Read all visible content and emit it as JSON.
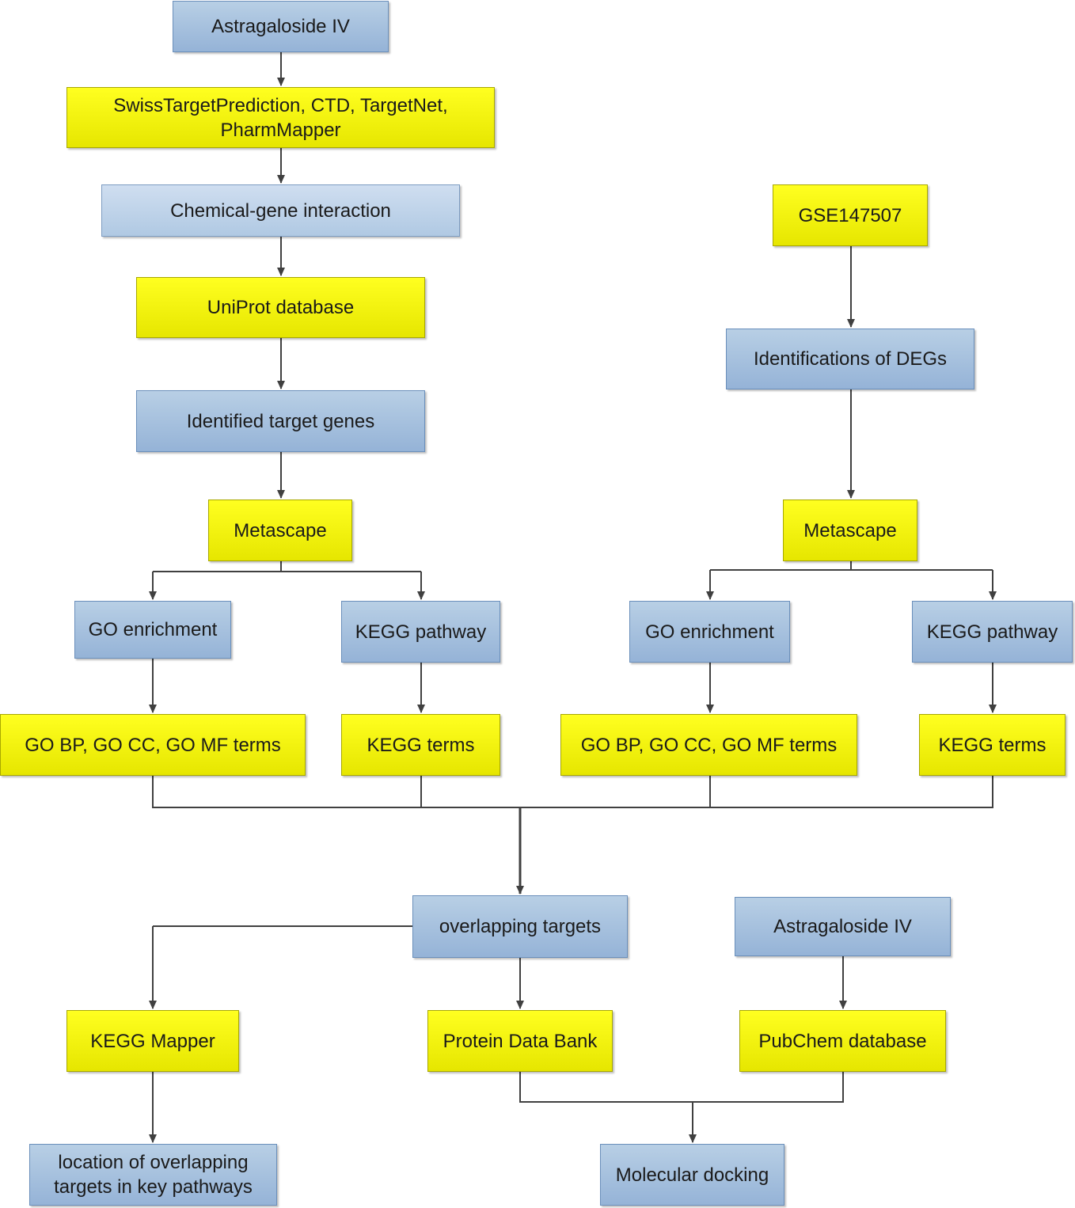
{
  "flowchart": {
    "left_branch": {
      "compound": "Astragaloside IV",
      "prediction_tools": "SwissTargetPrediction, CTD, TargetNet, PharmMapper",
      "interaction": "Chemical-gene interaction",
      "uniprot": "UniProt database",
      "target_genes": "Identified target genes",
      "metascape": "Metascape",
      "go_enrichment": "GO enrichment",
      "kegg_pathway": "KEGG pathway",
      "go_terms": "GO BP, GO CC, GO MF terms",
      "kegg_terms": "KEGG terms"
    },
    "right_branch": {
      "dataset": "GSE147507",
      "degs": "Identifications of DEGs",
      "metascape": "Metascape",
      "go_enrichment": "GO enrichment",
      "kegg_pathway": "KEGG pathway",
      "go_terms": "GO BP, GO CC, GO MF terms",
      "kegg_terms": "KEGG terms"
    },
    "bottom": {
      "overlapping_targets": "overlapping targets",
      "compound": "Astragaloside IV",
      "kegg_mapper": "KEGG Mapper",
      "pdb": "Protein Data Bank",
      "pubchem": "PubChem database",
      "pathway_location": "location of overlapping targets in key pathways",
      "docking": "Molecular docking"
    }
  },
  "colors": {
    "blue_box": "#95b3d7",
    "light_blue_box": "#b8cfe5",
    "yellow_box": "#ffff00",
    "connector": "#404040"
  }
}
